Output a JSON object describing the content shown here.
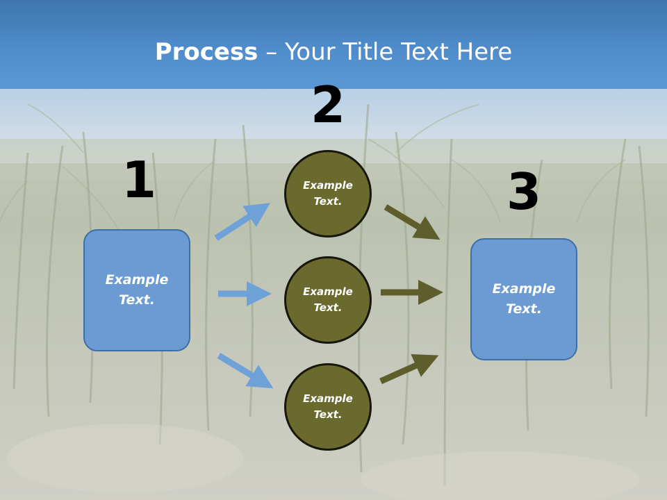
{
  "slide": {
    "title_bold": "Process",
    "title_rest": " – Your Title Text Here",
    "step_numbers": [
      "1",
      "2",
      "3"
    ],
    "left_box_text": "Example Text.",
    "circle_texts": [
      "Example Text.",
      "Example Text.",
      "Example Text."
    ],
    "right_box_text": "Example Text."
  },
  "colors": {
    "header_blue": "#4f8ccb",
    "box_fill": "#6b9bd2",
    "box_border": "#3d6ea5",
    "circle_fill": "#6b6a2e",
    "circle_border": "#16160a",
    "blue_arrow": "#6fa1d9",
    "olive_arrow": "#5e5d2c"
  }
}
